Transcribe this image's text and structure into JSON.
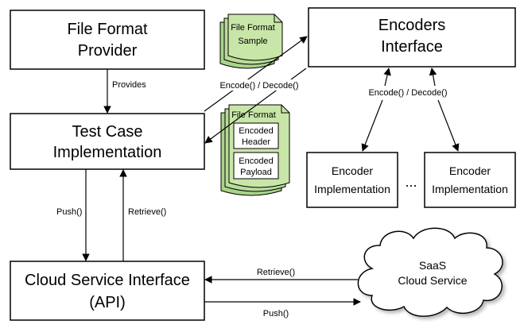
{
  "nodes": {
    "file_format_provider": [
      "File Format",
      "Provider"
    ],
    "encoders_interface": [
      "Encoders",
      "Interface"
    ],
    "test_case_implementation": [
      "Test Case",
      "Implementation"
    ],
    "cloud_service_interface": [
      "Cloud Service Interface",
      "(API)"
    ],
    "encoder_implementation_1": [
      "Encoder",
      "Implementation"
    ],
    "encoder_implementation_2": [
      "Encoder",
      "Implementation"
    ],
    "ellipsis": "...",
    "saas_cloud_service": [
      "SaaS",
      "Cloud Service"
    ]
  },
  "documents": {
    "file_format_sample": [
      "File Format",
      "Sample"
    ],
    "file_format_encoded": {
      "title": "File Format",
      "header": [
        "Encoded",
        "Header"
      ],
      "payload": [
        "Encoded",
        "Payload"
      ]
    }
  },
  "edges": {
    "provides": "Provides",
    "encode_decode_left": "Encode() / Decode()",
    "encode_decode_right": "Encode() / Decode()",
    "push_down": "Push()",
    "retrieve_up": "Retrieve()",
    "retrieve_cloud": "Retrieve()",
    "push_cloud": "Push()"
  },
  "colors": {
    "document_fill": "#c8e6a8",
    "document_fill_dark": "#a9d38a",
    "stroke": "#000000"
  }
}
